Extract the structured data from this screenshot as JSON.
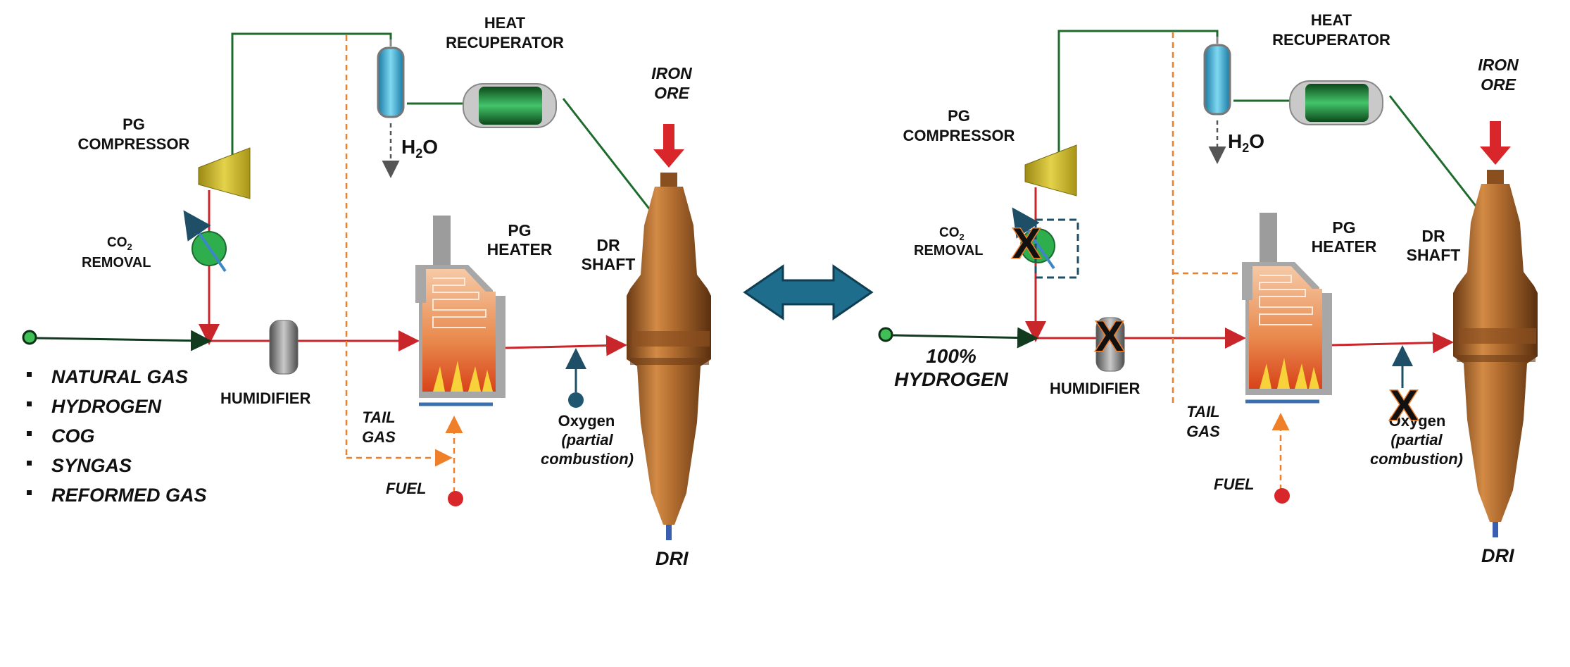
{
  "left": {
    "labels": {
      "heat_recuperator": [
        "HEAT",
        "RECUPERATOR"
      ],
      "iron_ore": [
        "IRON",
        "ORE"
      ],
      "pg_compressor": [
        "PG",
        "COMPRESSOR"
      ],
      "h2o_main": "H",
      "h2o_sub": "2",
      "h2o_tail": "O",
      "co2_main": "CO",
      "co2_sub": "2",
      "co2_removal": "REMOVAL",
      "pg_heater": [
        "PG",
        "HEATER"
      ],
      "dr_shaft": [
        "DR",
        "SHAFT"
      ],
      "humidifier": "HUMIDIFIER",
      "tail_gas": [
        "TAIL",
        "GAS"
      ],
      "fuel": "FUEL",
      "oxygen": "Oxygen",
      "partial_combustion": [
        "(partial",
        "combustion)"
      ],
      "dri": "DRI"
    },
    "feed_list": [
      "NATURAL GAS",
      "HYDROGEN",
      "COG",
      "SYNGAS",
      "REFORMED GAS"
    ]
  },
  "right": {
    "labels": {
      "heat_recuperator": [
        "HEAT",
        "RECUPERATOR"
      ],
      "iron_ore": [
        "IRON",
        "ORE"
      ],
      "pg_compressor": [
        "PG",
        "COMPRESSOR"
      ],
      "h2o_main": "H",
      "h2o_sub": "2",
      "h2o_tail": "O",
      "co2_main": "CO",
      "co2_sub": "2",
      "co2_removal": "REMOVAL",
      "pg_heater": [
        "PG",
        "HEATER"
      ],
      "dr_shaft": [
        "DR",
        "SHAFT"
      ],
      "humidifier": "HUMIDIFIER",
      "tail_gas": [
        "TAIL",
        "GAS"
      ],
      "fuel": "FUEL",
      "oxygen": "Oxygen",
      "partial_combustion": [
        "(partial",
        "combustion)"
      ],
      "dri": "DRI",
      "feed": [
        "100%",
        "HYDROGEN"
      ],
      "disabled_mark": "X"
    }
  },
  "colors": {
    "green_line": "#1e6b2e",
    "red_line": "#c9262c",
    "orange_dash": "#f07f2a",
    "arrow_blue": "#1f6d8c",
    "shaft_bronze": "#a8652b",
    "compressor": "#c9b62a",
    "co2_green": "#2fae4e",
    "x_orange": "#f07f2a"
  }
}
